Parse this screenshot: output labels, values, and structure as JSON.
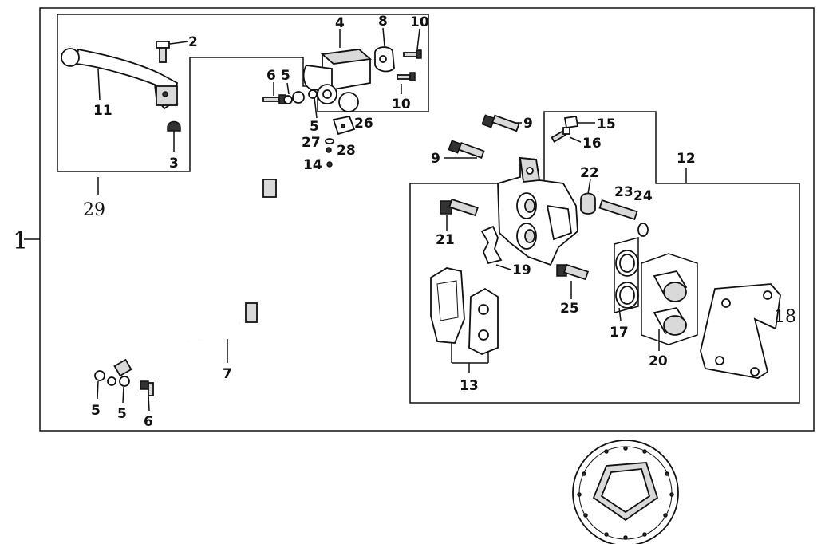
{
  "callouts": {
    "c1": "1",
    "c2": "2",
    "c3": "3",
    "c4": "4",
    "c5a": "5",
    "c5b": "5",
    "c5c": "5",
    "c5d": "5",
    "c6a": "6",
    "c6b": "6",
    "c7": "7",
    "c8": "8",
    "c9a": "9",
    "c9b": "9",
    "c10a": "10",
    "c10b": "10",
    "c11": "11",
    "c12": "12",
    "c13": "13",
    "c14": "14",
    "c15": "15",
    "c16": "16",
    "c17": "17",
    "c18": "18",
    "c19": "19",
    "c20": "20",
    "c21": "21",
    "c22": "22",
    "c23": "23",
    "c24": "24",
    "c25": "25",
    "c26": "26",
    "c27": "27",
    "c28": "28",
    "c29": "29"
  }
}
